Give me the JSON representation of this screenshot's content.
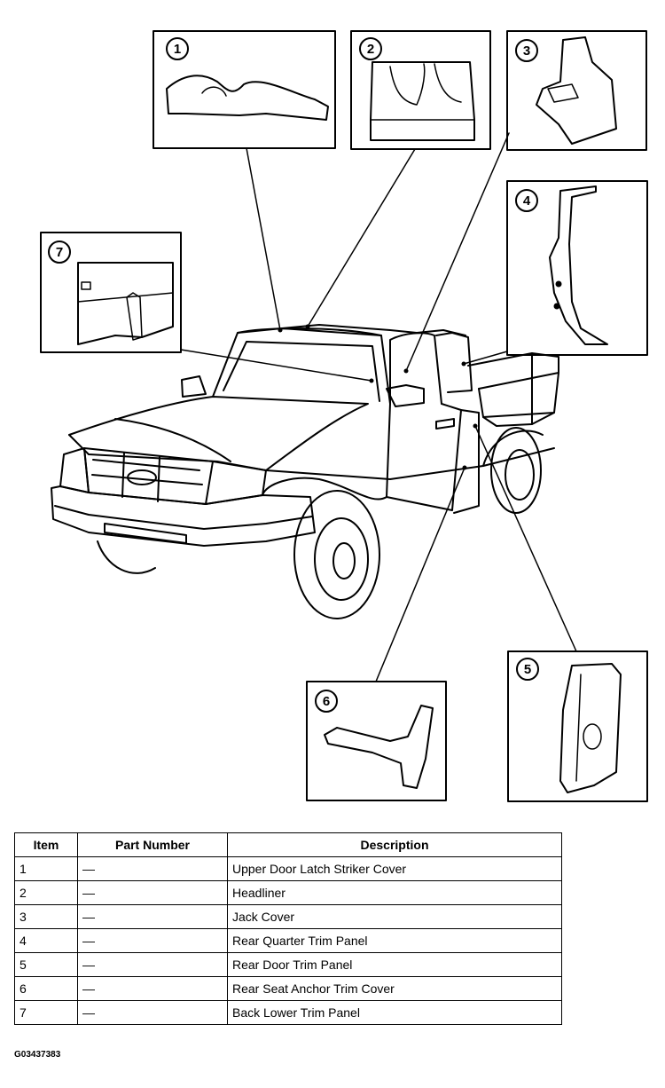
{
  "callouts": [
    {
      "number": "1",
      "part": "upper-door-latch-striker-cover"
    },
    {
      "number": "2",
      "part": "headliner"
    },
    {
      "number": "3",
      "part": "jack-cover"
    },
    {
      "number": "4",
      "part": "rear-quarter-trim-panel"
    },
    {
      "number": "5",
      "part": "rear-door-trim-panel"
    },
    {
      "number": "6",
      "part": "rear-seat-anchor-trim-cover"
    },
    {
      "number": "7",
      "part": "back-lower-trim-panel"
    }
  ],
  "table": {
    "headers": [
      "Item",
      "Part Number",
      "Description"
    ],
    "rows": [
      [
        "1",
        "—",
        "Upper Door Latch Striker Cover"
      ],
      [
        "2",
        "—",
        "Headliner"
      ],
      [
        "3",
        "—",
        "Jack Cover"
      ],
      [
        "4",
        "—",
        "Rear Quarter Trim Panel"
      ],
      [
        "5",
        "—",
        "Rear Door Trim Panel"
      ],
      [
        "6",
        "—",
        "Rear Seat Anchor Trim Cover"
      ],
      [
        "7",
        "—",
        "Back Lower Trim Panel"
      ]
    ]
  },
  "figure_id": "G03437383"
}
